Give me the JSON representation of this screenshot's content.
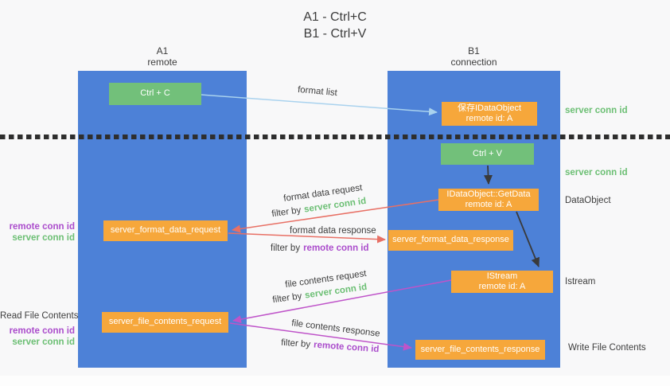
{
  "title": {
    "line1": "A1 - Ctrl+C",
    "line2": "B1 - Ctrl+V"
  },
  "lifelines": {
    "a1": {
      "name": "A1",
      "subtitle": "remote"
    },
    "b1": {
      "name": "B1",
      "subtitle": "connection"
    }
  },
  "nodes": {
    "ctrl_c": {
      "label": "Ctrl + C"
    },
    "ctrl_v": {
      "label": "Ctrl + V"
    },
    "save_dataobject": {
      "line1": "保存IDataObject",
      "line2": "remote id: A"
    },
    "getdata": {
      "line1": "IDataObject::GetData",
      "line2": "remote id: A"
    },
    "format_request": {
      "label": "server_format_data_request"
    },
    "format_response": {
      "label": "server_format_data_response"
    },
    "istream": {
      "line1": "IStream",
      "line2": "remote id: A"
    },
    "file_request": {
      "label": "server_file_contents_request"
    },
    "file_response": {
      "label": "server_file_contents_response"
    }
  },
  "labels": {
    "format_list": "format list",
    "format_data_request": "format data request",
    "format_data_response": "format data response",
    "file_contents_request": "file contents request",
    "file_contents_response": "file contents response",
    "filter_by": "filter by",
    "server_conn_id": "server conn id",
    "remote_conn_id": "remote conn id",
    "dataobject": "DataObject",
    "istream": "Istream",
    "read_file_contents": "Read File Contents",
    "write_file_contents": "Write File Contents"
  },
  "colors": {
    "lifeline_blue": "#4d81d7",
    "node_green": "#72c07a",
    "node_orange": "#f6a73b",
    "arrow_blue": "#a9d2ee",
    "arrow_black": "#3a3a3a",
    "arrow_red": "#e87065",
    "arrow_magenta": "#bf54c9",
    "text_green": "#6cbf74",
    "text_purple": "#ab4dcc"
  }
}
